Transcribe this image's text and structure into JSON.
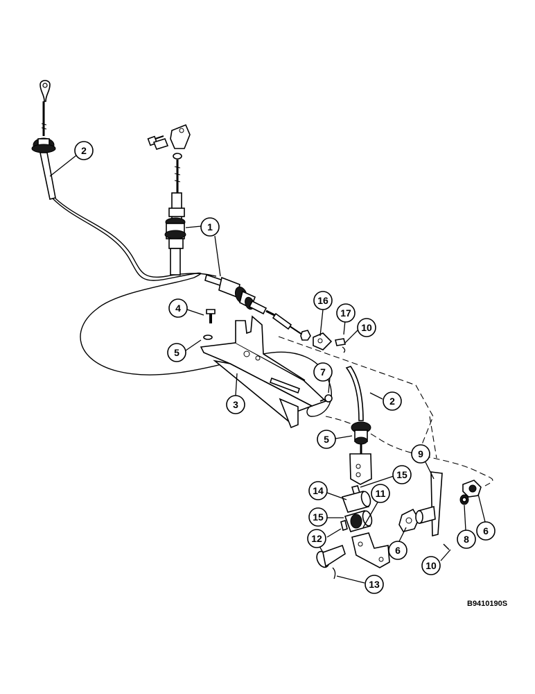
{
  "figure_code": "B9410190S",
  "callouts": [
    {
      "id": "c2a",
      "label": "2"
    },
    {
      "id": "c1",
      "label": "1"
    },
    {
      "id": "c4",
      "label": "4"
    },
    {
      "id": "c5a",
      "label": "5"
    },
    {
      "id": "c3",
      "label": "3"
    },
    {
      "id": "c16",
      "label": "16"
    },
    {
      "id": "c17",
      "label": "17"
    },
    {
      "id": "c10a",
      "label": "10"
    },
    {
      "id": "c7",
      "label": "7"
    },
    {
      "id": "c2b",
      "label": "2"
    },
    {
      "id": "c5b",
      "label": "5"
    },
    {
      "id": "c9",
      "label": "9"
    },
    {
      "id": "c15a",
      "label": "15"
    },
    {
      "id": "c14",
      "label": "14"
    },
    {
      "id": "c11",
      "label": "11"
    },
    {
      "id": "c15b",
      "label": "15"
    },
    {
      "id": "c12",
      "label": "12"
    },
    {
      "id": "c6a",
      "label": "6"
    },
    {
      "id": "c8",
      "label": "8"
    },
    {
      "id": "c6b",
      "label": "6"
    },
    {
      "id": "c10b",
      "label": "10"
    },
    {
      "id": "c13",
      "label": "13"
    }
  ]
}
